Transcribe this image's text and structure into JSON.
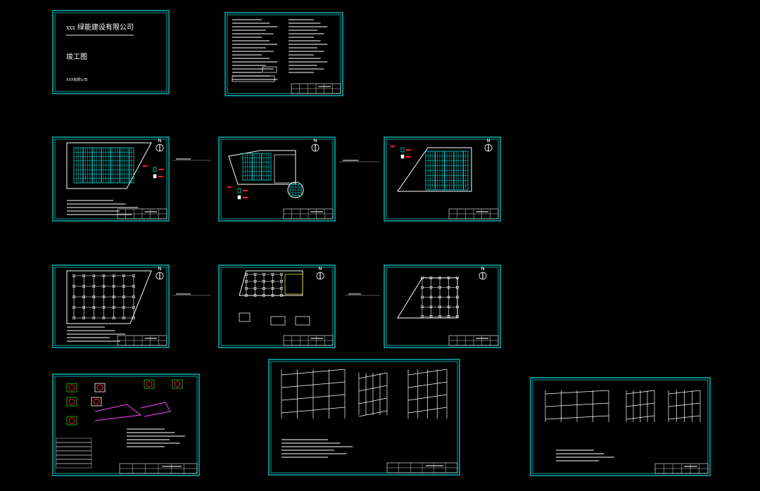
{
  "cover": {
    "company_prefix": "XXX",
    "company_name": "绿能建设有限公司",
    "drawing_title": "竣工图",
    "issuer": "XXX有限公司"
  },
  "north_label": "N",
  "colors": {
    "background": "#000000",
    "frame": "#00a8a8",
    "inner_frame": "#00c8c8",
    "linework": "#ffffff",
    "panels": "#00d8d8",
    "markers": "#ff2020",
    "detail_green": "#20d020",
    "detail_magenta": "#ff40ff"
  }
}
